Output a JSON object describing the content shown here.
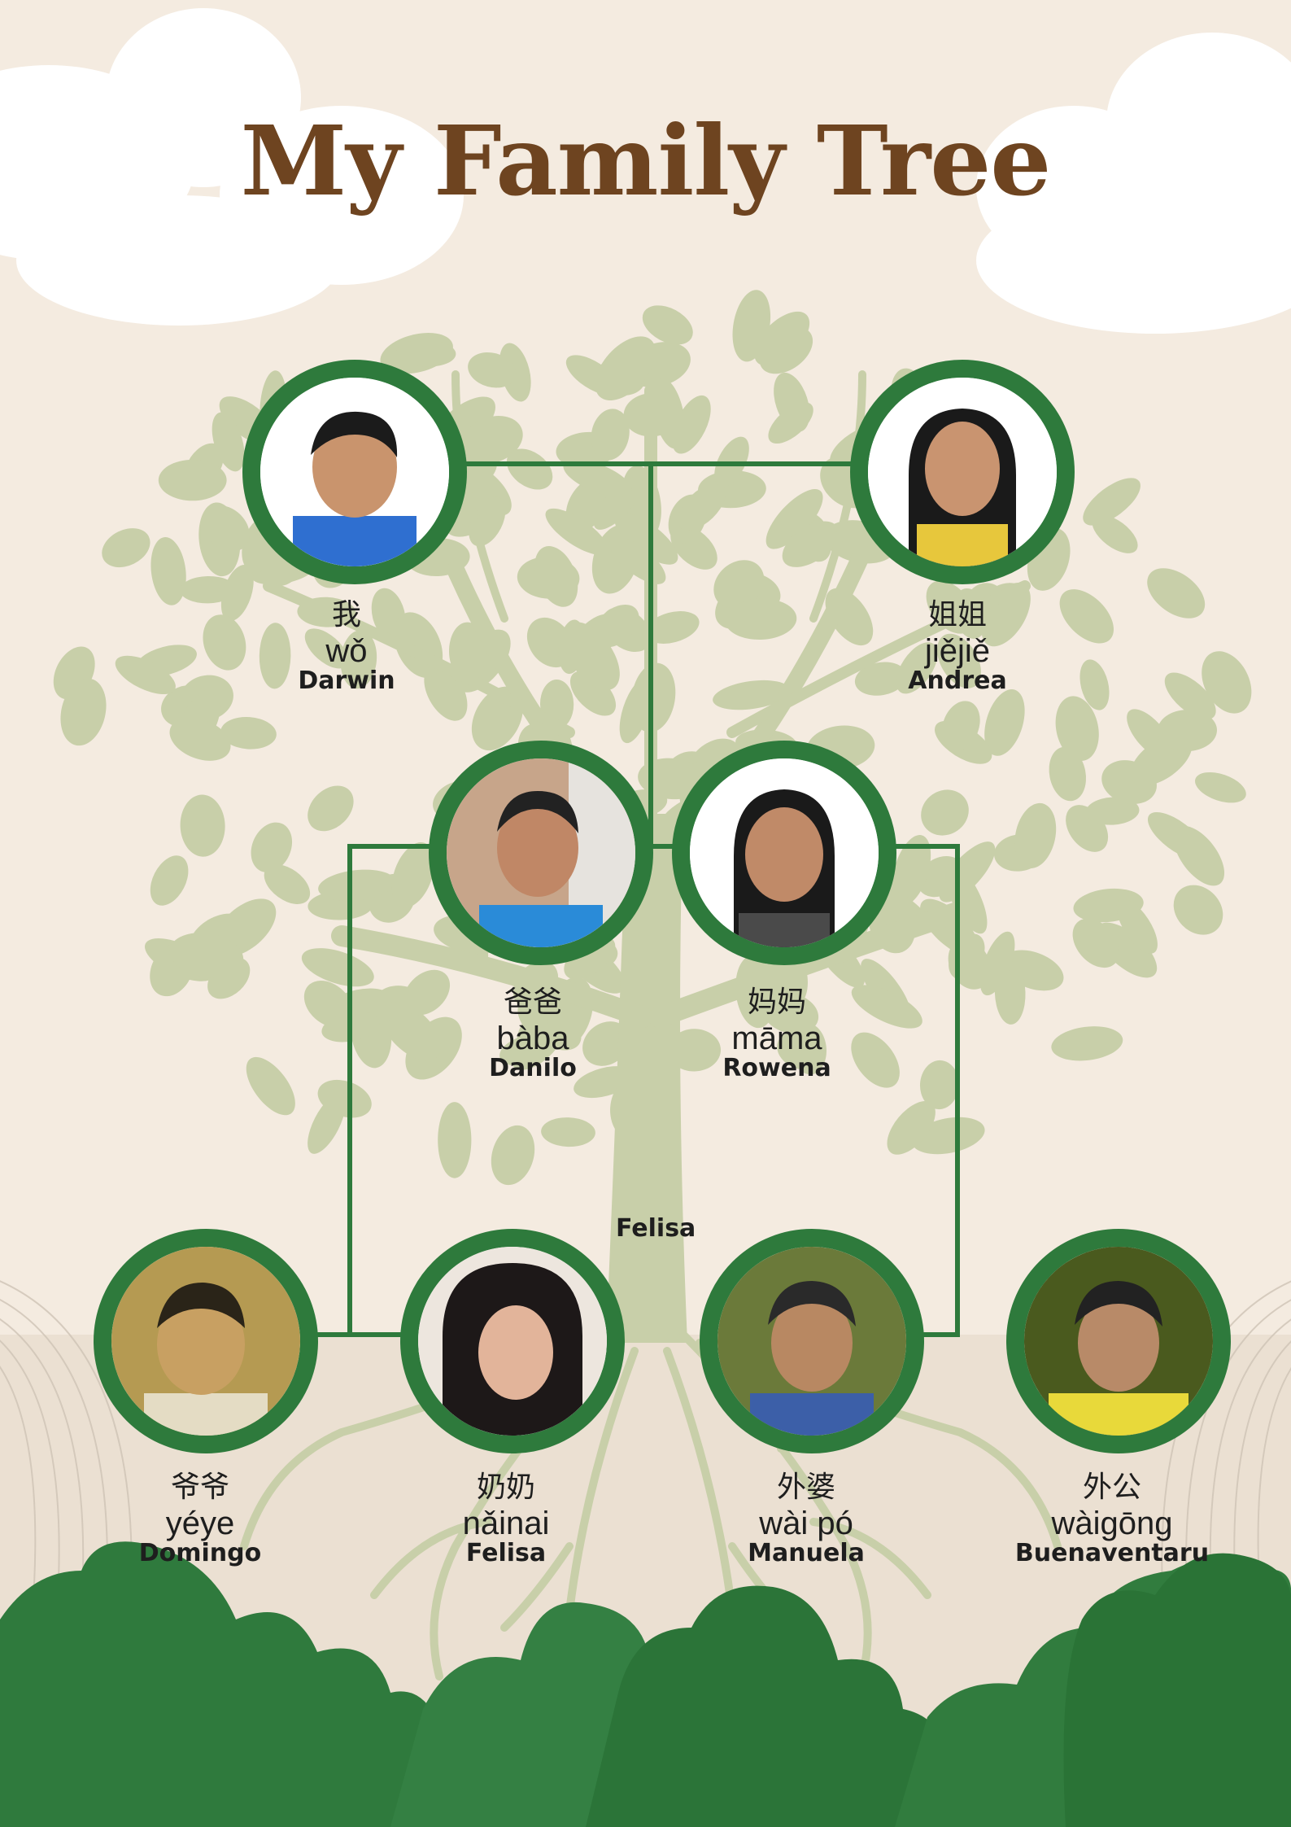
{
  "title": "My  Family Tree",
  "colors": {
    "background": "#f4ebe0",
    "title": "#6e4420",
    "frame": "#2e7a3c",
    "tree": "#c8cfa9",
    "bushes": "#2f7a3d"
  },
  "members": [
    {
      "id": "me",
      "hanzi": "我",
      "pinyin": "wǒ",
      "name": "Darwin"
    },
    {
      "id": "sister",
      "hanzi": "姐姐",
      "pinyin": "jiějiě",
      "name": "Andrea"
    },
    {
      "id": "father",
      "hanzi": "爸爸",
      "pinyin": "bàba",
      "name": "Danilo"
    },
    {
      "id": "mother",
      "hanzi": "妈妈",
      "pinyin": "māma",
      "name": "Rowena"
    },
    {
      "id": "paternal-grandfather",
      "hanzi": "爷爷",
      "pinyin": "yéye",
      "name": "Domingo"
    },
    {
      "id": "paternal-grandmother",
      "hanzi": "奶奶",
      "pinyin": "nǎinai",
      "name": "Felisa"
    },
    {
      "id": "maternal-grandmother",
      "hanzi": "外婆",
      "pinyin": "wài pó",
      "name": "Manuela"
    },
    {
      "id": "maternal-grandfather",
      "hanzi": "外公",
      "pinyin": "wàigōng",
      "name": "Buenaventaru"
    }
  ],
  "stray_label": "Felisa"
}
